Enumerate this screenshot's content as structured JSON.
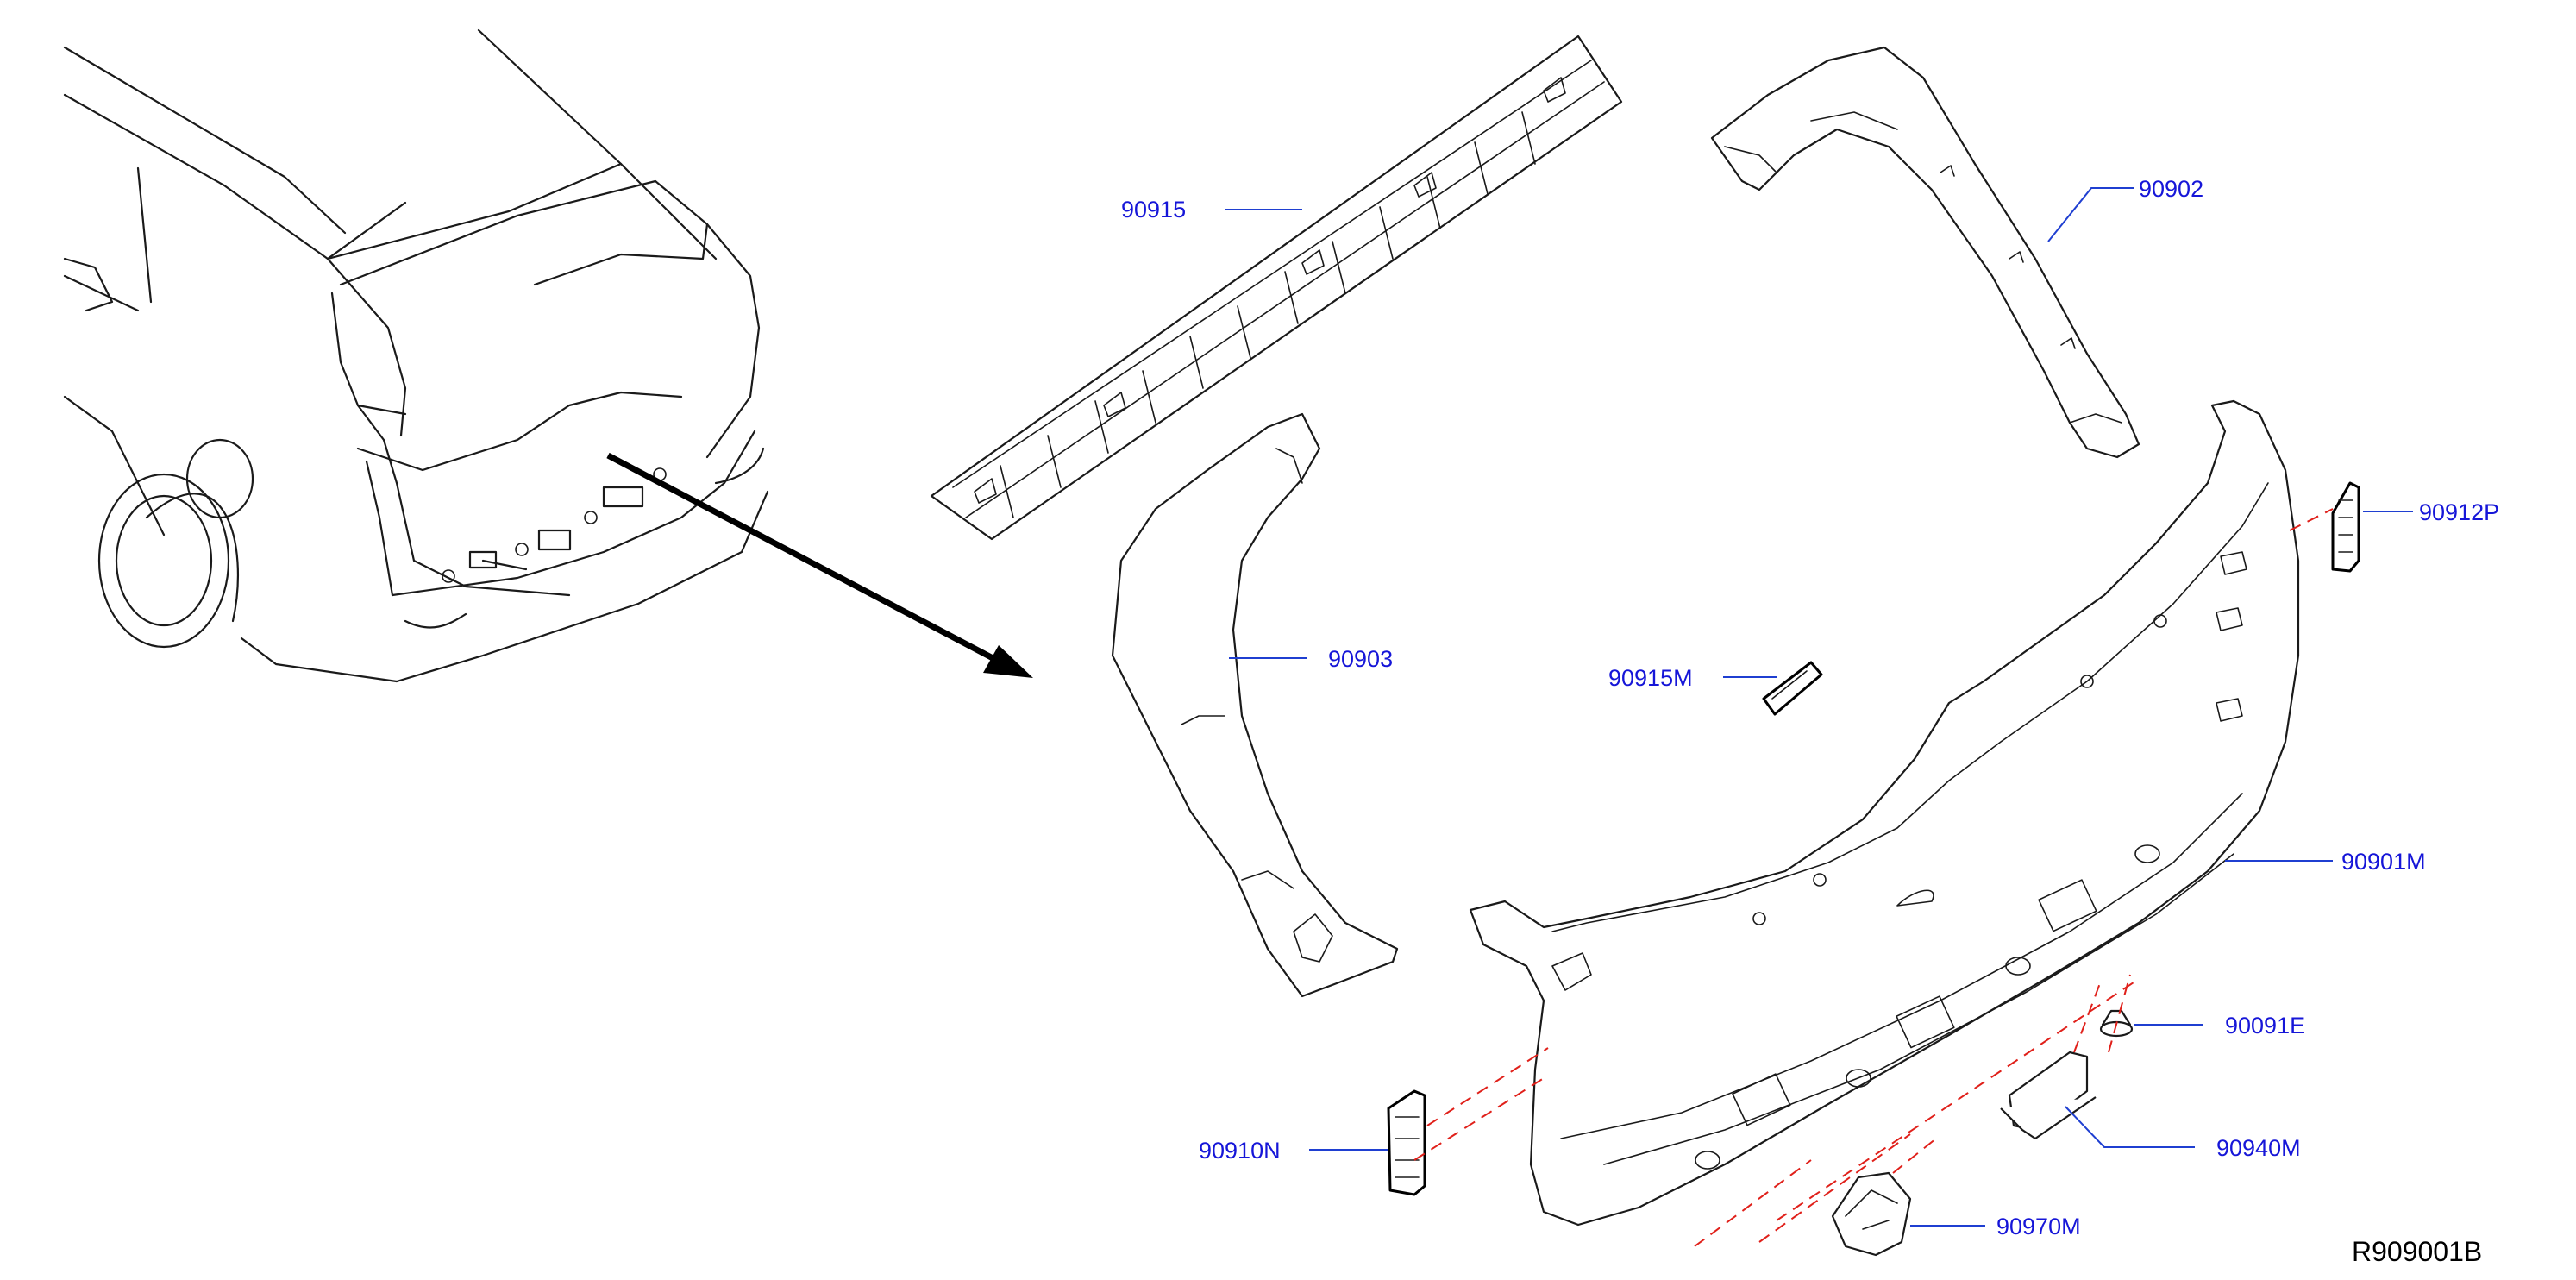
{
  "parts": [
    {
      "id": "p90915",
      "label": "90915"
    },
    {
      "id": "p90902",
      "label": "90902"
    },
    {
      "id": "p90912P",
      "label": "90912P"
    },
    {
      "id": "p90903",
      "label": "90903"
    },
    {
      "id": "p90915M",
      "label": "90915M"
    },
    {
      "id": "p90901M",
      "label": "90901M"
    },
    {
      "id": "p90091E",
      "label": "90091E"
    },
    {
      "id": "p90910N",
      "label": "90910N"
    },
    {
      "id": "p90940M",
      "label": "90940M"
    },
    {
      "id": "p90970M",
      "label": "90970M"
    }
  ],
  "diagram_code": "R909001B",
  "colors": {
    "callout": "#1616d8",
    "leader": "#1f3fd1",
    "hidden_line": "#e0201a",
    "outline": "#1a1a1a"
  }
}
